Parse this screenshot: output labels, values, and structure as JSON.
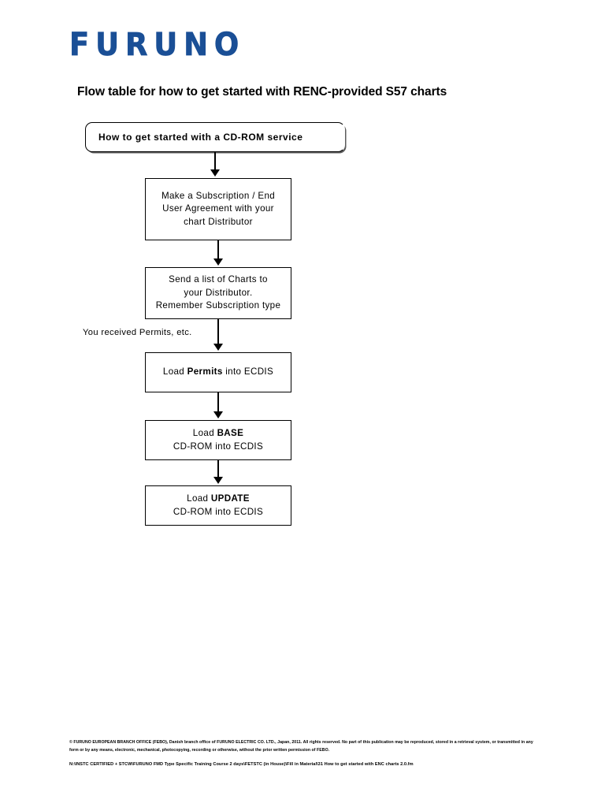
{
  "document": {
    "logo": "FURUNO",
    "logo_color": "#1a4f96",
    "title": "Flow table for how to get started with RENC-provided S57 charts"
  },
  "flowchart": {
    "nodes": [
      {
        "id": "start",
        "shape": "rounded-rectangle",
        "text": "How to get started with a CD-ROM service",
        "bold": true
      },
      {
        "id": "subscription",
        "shape": "rectangle",
        "lines": [
          "Make a Subscription / End",
          "User Agreement with your",
          "chart Distributor"
        ]
      },
      {
        "id": "chart-list",
        "shape": "rectangle",
        "lines": [
          "Send a list of Charts to",
          "your Distributor.",
          "Remember Subscription type"
        ]
      },
      {
        "id": "load-permits",
        "shape": "rectangle",
        "line_prefix": "Load ",
        "line_emphasis": "Permits",
        "line_suffix": " into ECDIS"
      },
      {
        "id": "load-base",
        "shape": "rectangle",
        "line_prefix": "Load ",
        "line_emphasis": "BASE",
        "line_suffix": "",
        "line_second": "CD-ROM into ECDIS"
      },
      {
        "id": "load-update",
        "shape": "rectangle",
        "line_prefix": "Load ",
        "line_emphasis": "UPDATE",
        "line_suffix": "",
        "line_second": "CD-ROM into ECDIS"
      }
    ],
    "annotation": "You received Permits, etc."
  },
  "footer": {
    "copyright": "© FURUNO EUROPEAN BRANCH OFFICE (FEBO), Danish branch office of FURUNO ELECTRIC CO. LTD., Japan, 2011. All rights reserved. No part of this publication may be reproduced, stored in a retrieval system, or transmitted in any form or by any means, electronic, mechanical, photocopying, recording or otherwise, without the prior written permission of FEBO.",
    "file_path": "N:\\INSTC CERTIFIED + STCW\\FURUNO FMD Type Specific Training Course 2 days\\FETSTC (in House)\\Fill in Material\\31 How to get started with ENC charts 2.0.fm"
  }
}
